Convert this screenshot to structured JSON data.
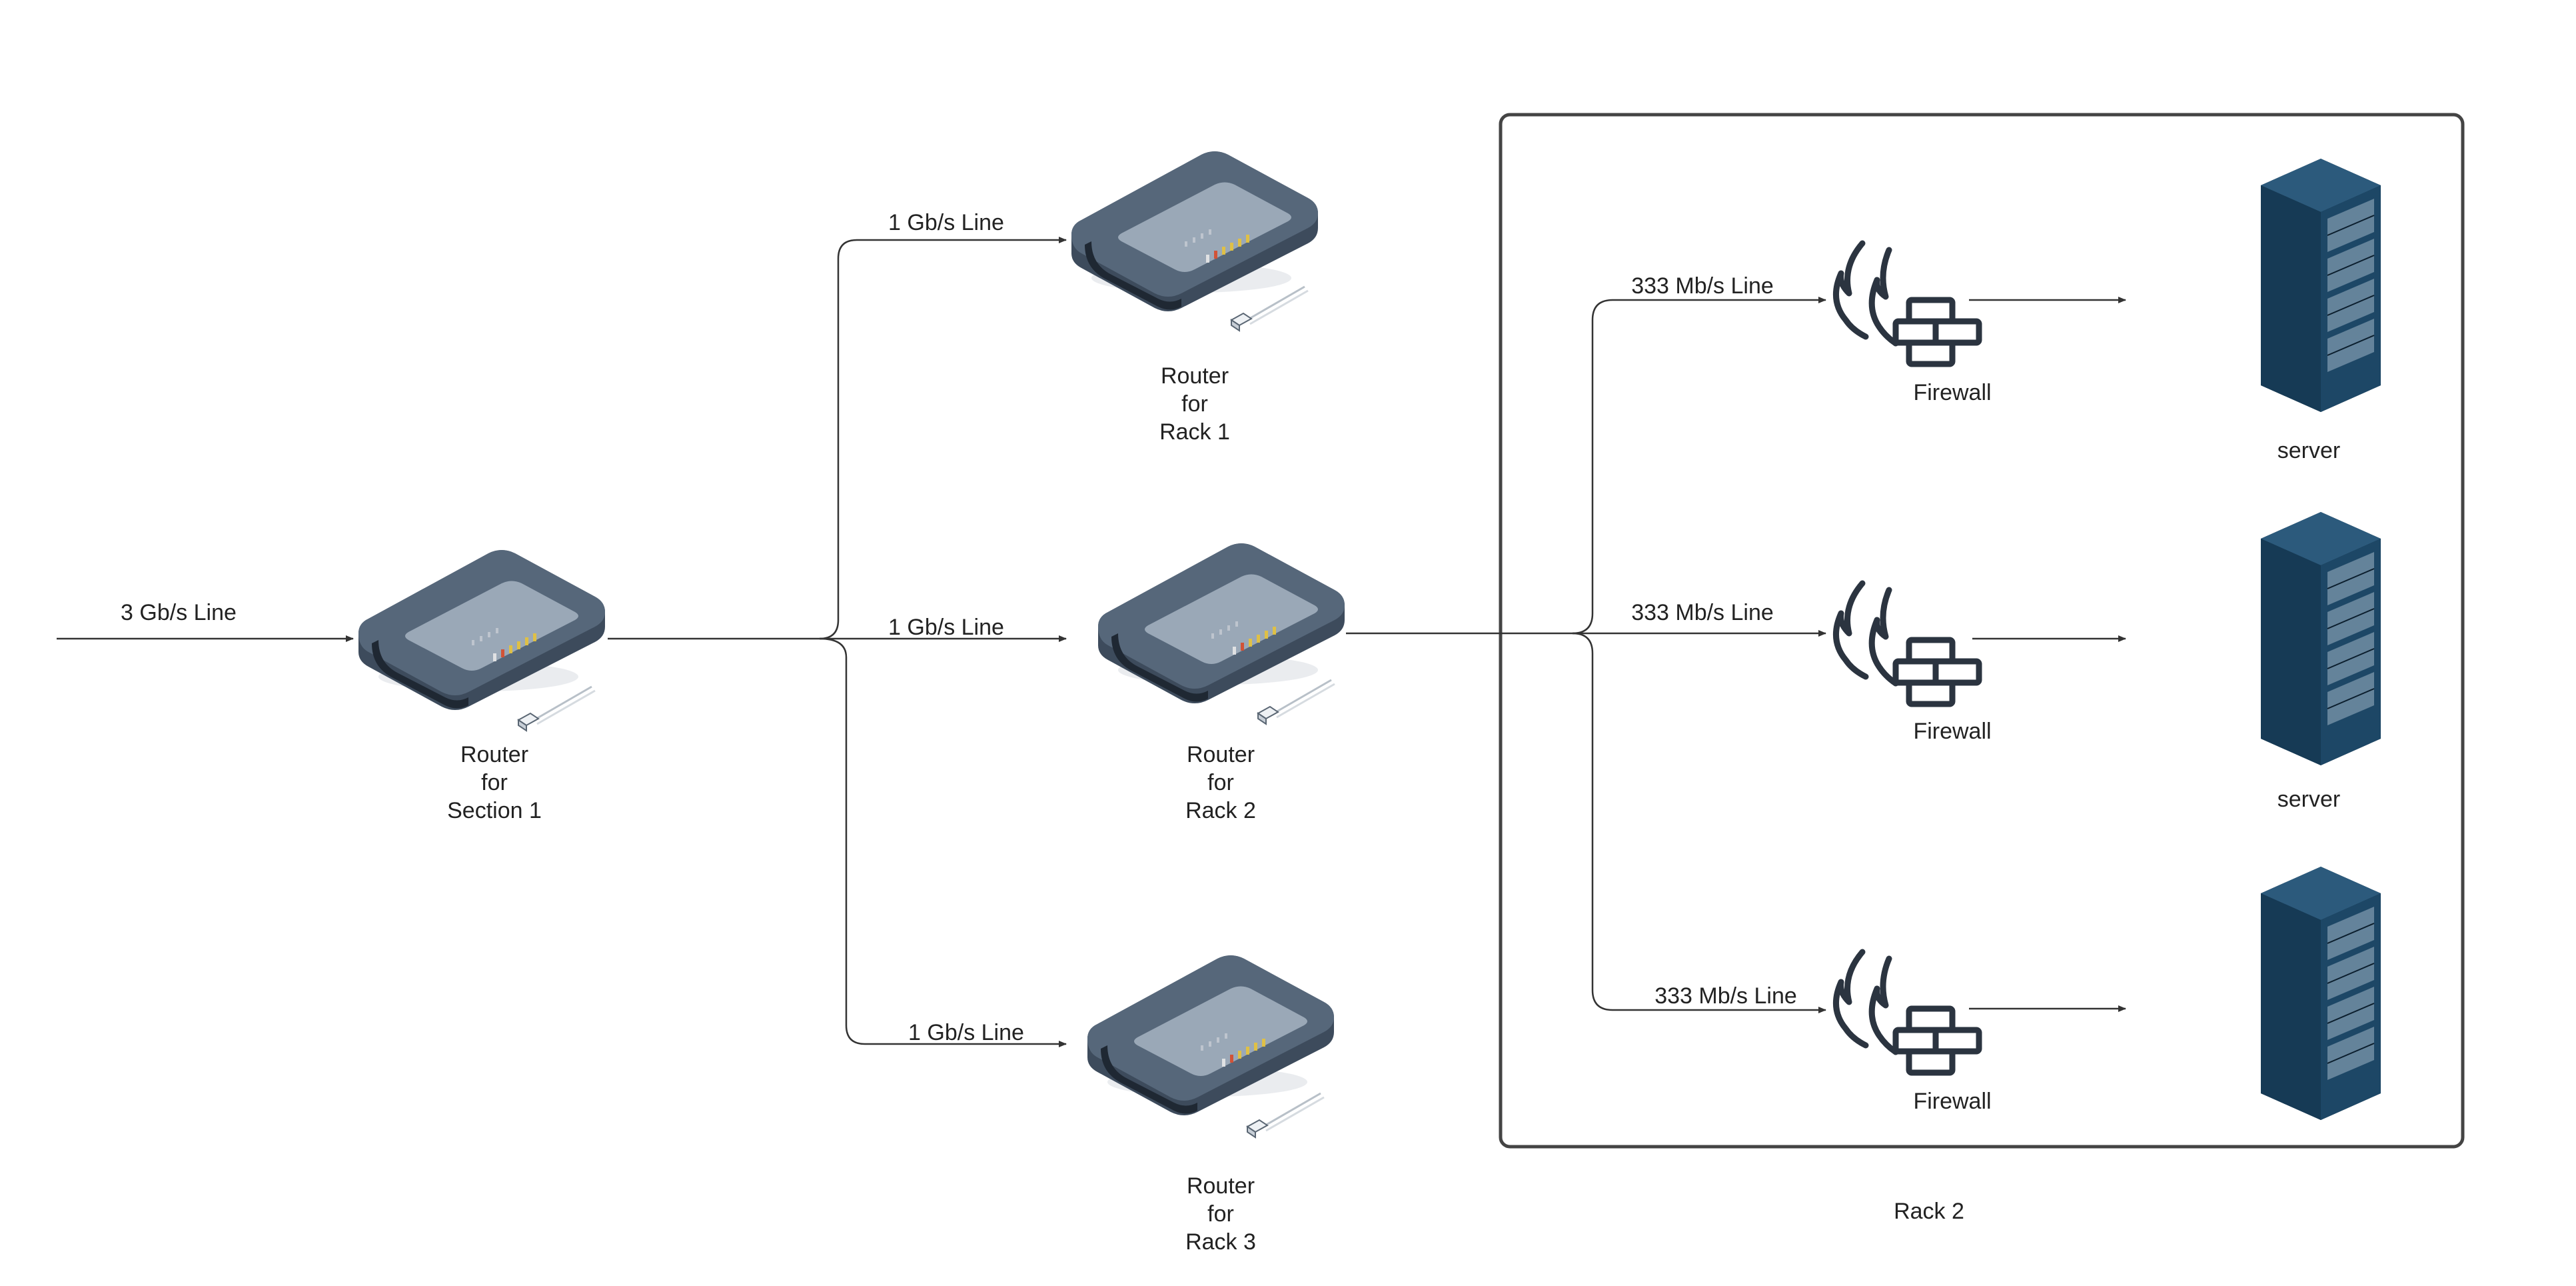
{
  "colors": {
    "line": "#333333",
    "device_dark": "#3d4b5c",
    "device_top": "#56677a",
    "device_panel": "#9aa8b7",
    "firewall": "#2b3440",
    "server_dark": "#0f2b40",
    "server_mid": "#1d4766",
    "container_border": "#444444"
  },
  "links": {
    "main": "3 Gb/s Line",
    "rack1": "1 Gb/s Line",
    "rack2": "1 Gb/s Line",
    "rack3": "1 Gb/s Line",
    "fw1": "333 Mb/s Line",
    "fw2": "333 Mb/s Line",
    "fw3": "333 Mb/s Line"
  },
  "routers": {
    "section1": [
      "Router",
      "for",
      "Section 1"
    ],
    "rack1": [
      "Router",
      "for",
      "Rack 1"
    ],
    "rack2": [
      "Router",
      "for",
      "Rack 2"
    ],
    "rack3": [
      "Router",
      "for",
      "Rack 3"
    ]
  },
  "firewalls": {
    "fw1": "Firewall",
    "fw2": "Firewall",
    "fw3": "Firewall"
  },
  "servers": {
    "s1": "server",
    "s2": "server"
  },
  "container": {
    "label": "Rack 2"
  },
  "icons": {
    "router": "router-icon",
    "firewall": "firewall-icon",
    "server": "server-rack-icon",
    "cable": "ethernet-cable-icon"
  }
}
